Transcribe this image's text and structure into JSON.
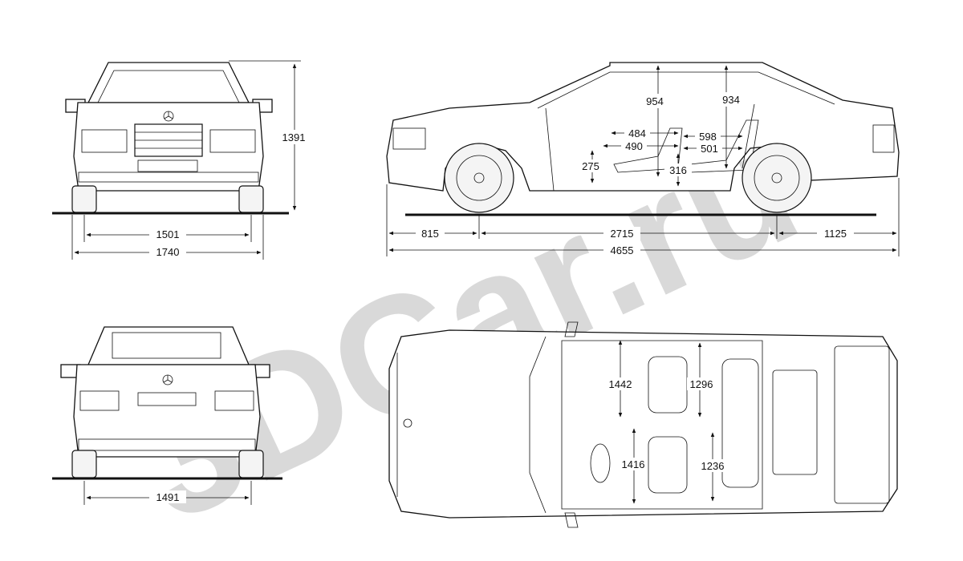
{
  "watermark": {
    "text": "3DCar.ru",
    "color": "#cfcfcf"
  },
  "front_view": {
    "width_label": "1740",
    "track_label": "1501",
    "height_label": "1391"
  },
  "side_view": {
    "front_overhang_label": "815",
    "wheelbase_label": "2715",
    "rear_overhang_label": "1125",
    "length_label": "4655",
    "front_headroom_label": "954",
    "rear_headroom_label": "934",
    "front_seat_depth_label": "484",
    "front_legroom_label": "490",
    "rear_seat_depth_label": "598",
    "rear_legroom_label": "501",
    "front_seat_height_label": "275",
    "rear_seat_height_label": "316"
  },
  "rear_view": {
    "track_label": "1491"
  },
  "top_view": {
    "front_shoulder_label": "1442",
    "front_hip_label": "1416",
    "rear_shoulder_label": "1296",
    "rear_hip_label": "1236"
  }
}
